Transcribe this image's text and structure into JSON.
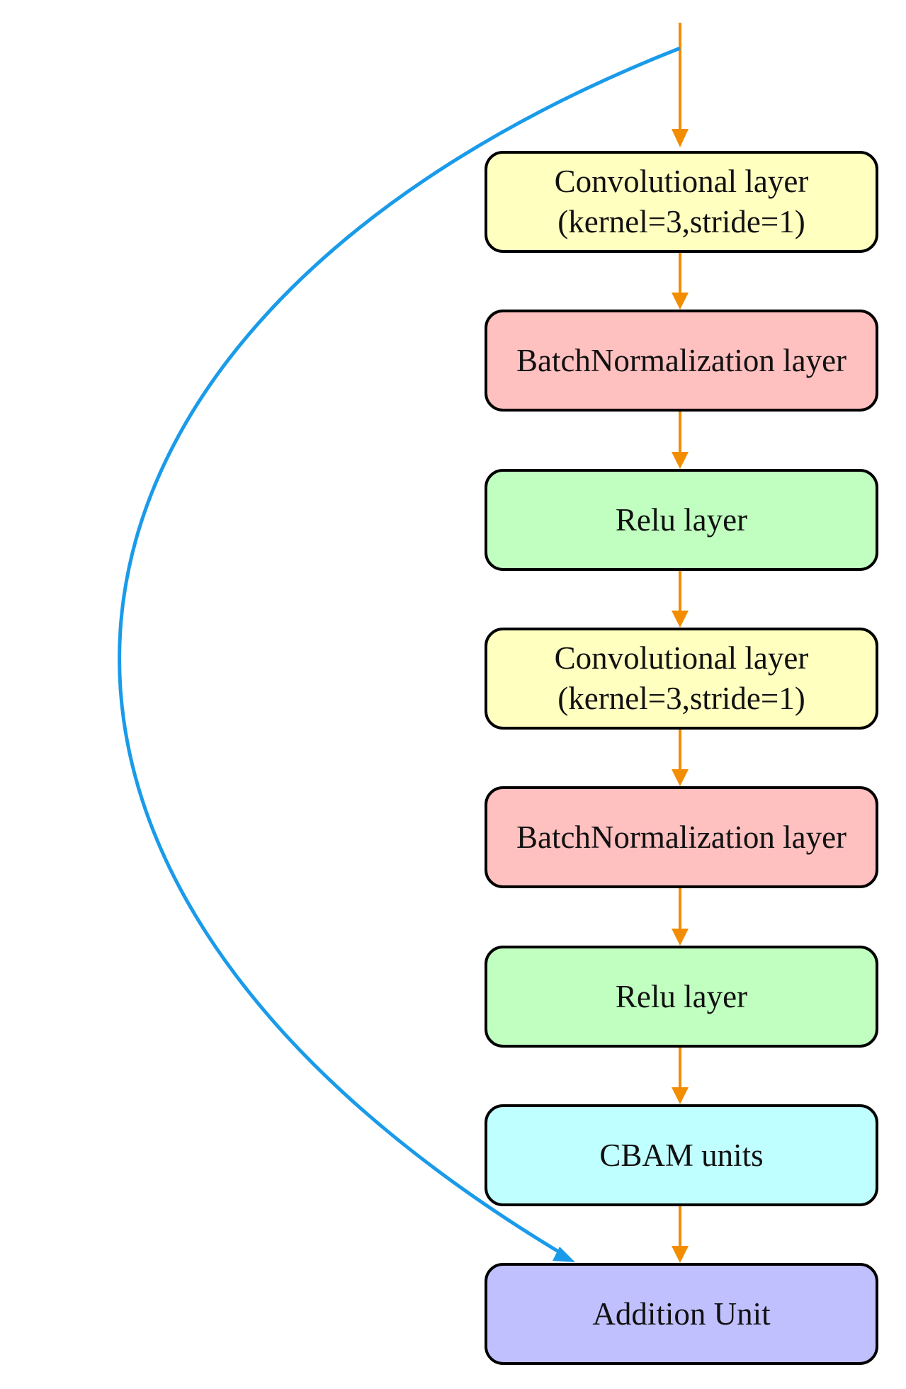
{
  "colors": {
    "flow_arrow": "#F28C00",
    "skip_connection": "#1A9BEA",
    "conv": "#FFFFC0",
    "batchnorm": "#FFC0C0",
    "relu": "#C0FFC0",
    "cbam": "#C0FFFF",
    "addition": "#C0C0FF",
    "border": "#000000"
  },
  "blocks": [
    {
      "line1": "Convolutional layer",
      "line2": "(kernel=3,stride=1)",
      "kind": "conv"
    },
    {
      "line1": "BatchNormalization layer",
      "line2": "",
      "kind": "batchnorm"
    },
    {
      "line1": "Relu layer",
      "line2": "",
      "kind": "relu"
    },
    {
      "line1": "Convolutional layer",
      "line2": "(kernel=3,stride=1)",
      "kind": "conv"
    },
    {
      "line1": "BatchNormalization layer",
      "line2": "",
      "kind": "batchnorm"
    },
    {
      "line1": "Relu layer",
      "line2": "",
      "kind": "relu"
    },
    {
      "line1": "CBAM units",
      "line2": "",
      "kind": "cbam"
    },
    {
      "line1": "Addition Unit",
      "line2": "",
      "kind": "addition"
    }
  ]
}
